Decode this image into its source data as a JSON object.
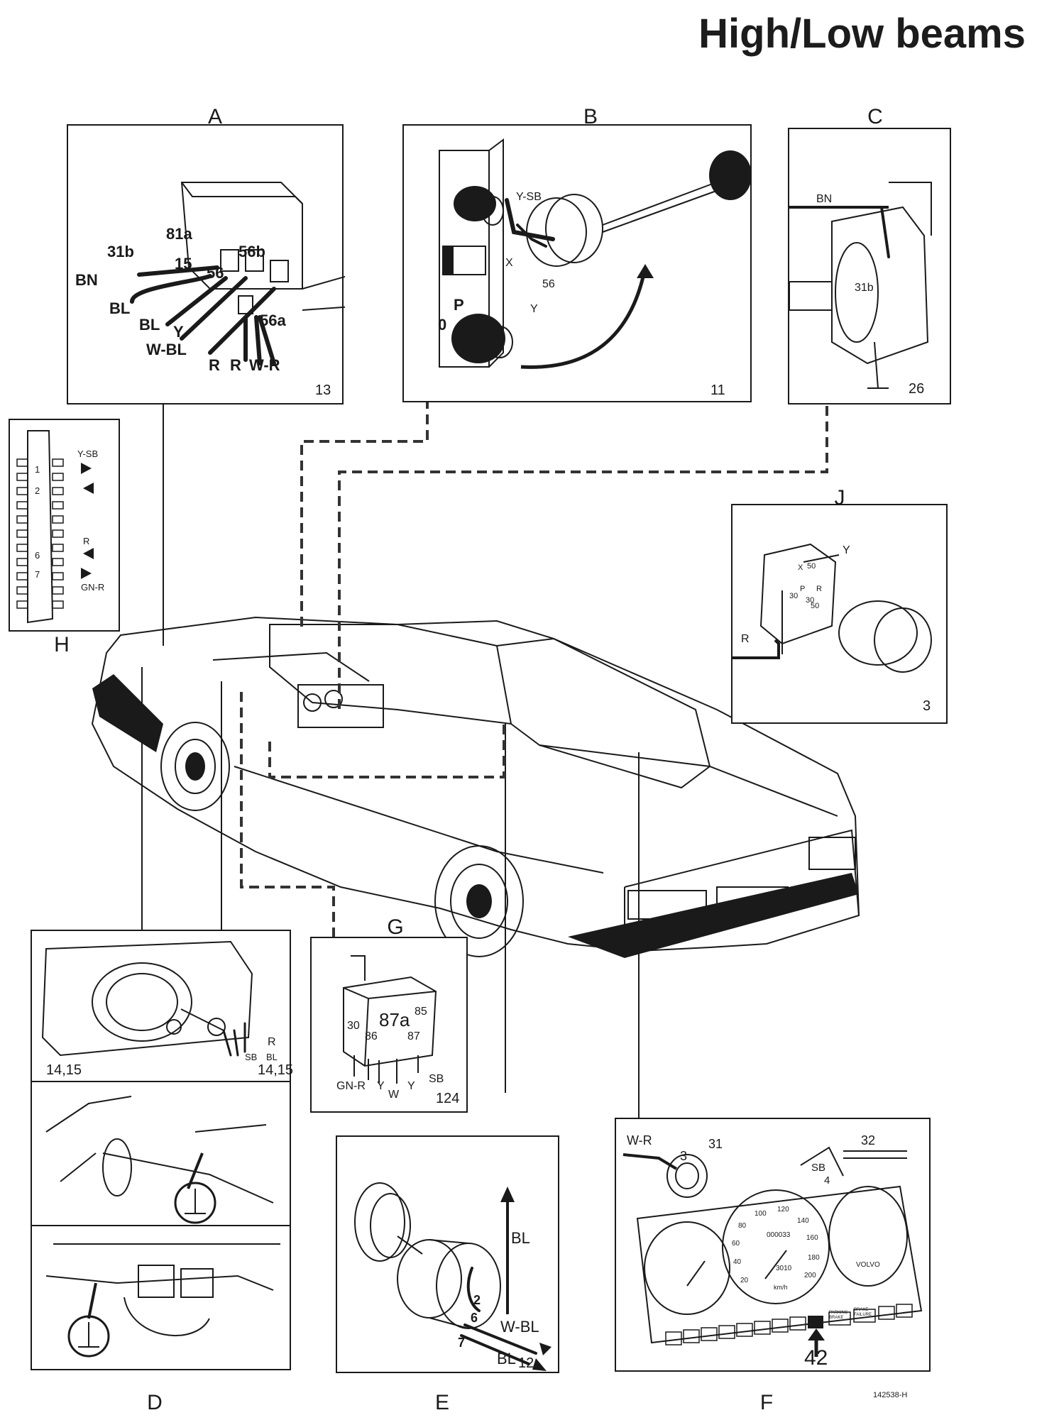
{
  "title": "High/Low beams",
  "panels": {
    "A": {
      "letter": "A",
      "ref": "13",
      "pins": [
        "81a",
        "31b",
        "15",
        "56",
        "56b",
        "56a"
      ],
      "wires": [
        "BN",
        "BL",
        "BL",
        "Y",
        "W-BL",
        "R",
        "R",
        "W-R"
      ]
    },
    "B": {
      "letter": "B",
      "ref": "11",
      "wires": [
        "Y-SB",
        "X",
        "56",
        "Y"
      ],
      "pos": [
        "P",
        "0"
      ]
    },
    "C": {
      "letter": "C",
      "ref": "26",
      "wires": [
        "BN",
        "31b"
      ]
    },
    "J": {
      "letter": "J",
      "ref": "3",
      "wires": [
        "Y",
        "R"
      ],
      "pins": [
        "X",
        "50",
        "P",
        "30",
        "R",
        "30",
        "50"
      ]
    },
    "H": {
      "letter": "H",
      "wires": [
        "Y-SB",
        "R",
        "GN-R"
      ],
      "pins": [
        "1",
        "2",
        "6",
        "7"
      ]
    },
    "G": {
      "letter": "G",
      "ref": "124",
      "pins": [
        "30",
        "86",
        "87a",
        "85",
        "87"
      ],
      "wires": [
        "GN-R",
        "Y",
        "W",
        "Y",
        "SB"
      ]
    },
    "D": {
      "letter": "D",
      "ref_left": "14,15",
      "ref_right": "14,15",
      "wires": [
        "R",
        "SB",
        "BL"
      ]
    },
    "E": {
      "letter": "E",
      "ref": "12",
      "wires": [
        "BL",
        "W-BL",
        "BL"
      ],
      "pins": [
        "2",
        "6",
        "7"
      ]
    },
    "F": {
      "letter": "F",
      "ref": "42",
      "wires": [
        "W-R",
        "SB"
      ],
      "pins": [
        "3",
        "31",
        "4",
        "32"
      ],
      "speedo": [
        "20",
        "40",
        "60",
        "80",
        "100",
        "120",
        "140",
        "160",
        "180",
        "200"
      ],
      "odometer": "000033",
      "trip": "3010",
      "unit": "km/h",
      "brand": "VOLVO",
      "warn1": "PARKING BRAKE",
      "warn2": "BRAKE FAILURE"
    }
  },
  "catalog_no": "142538-H"
}
